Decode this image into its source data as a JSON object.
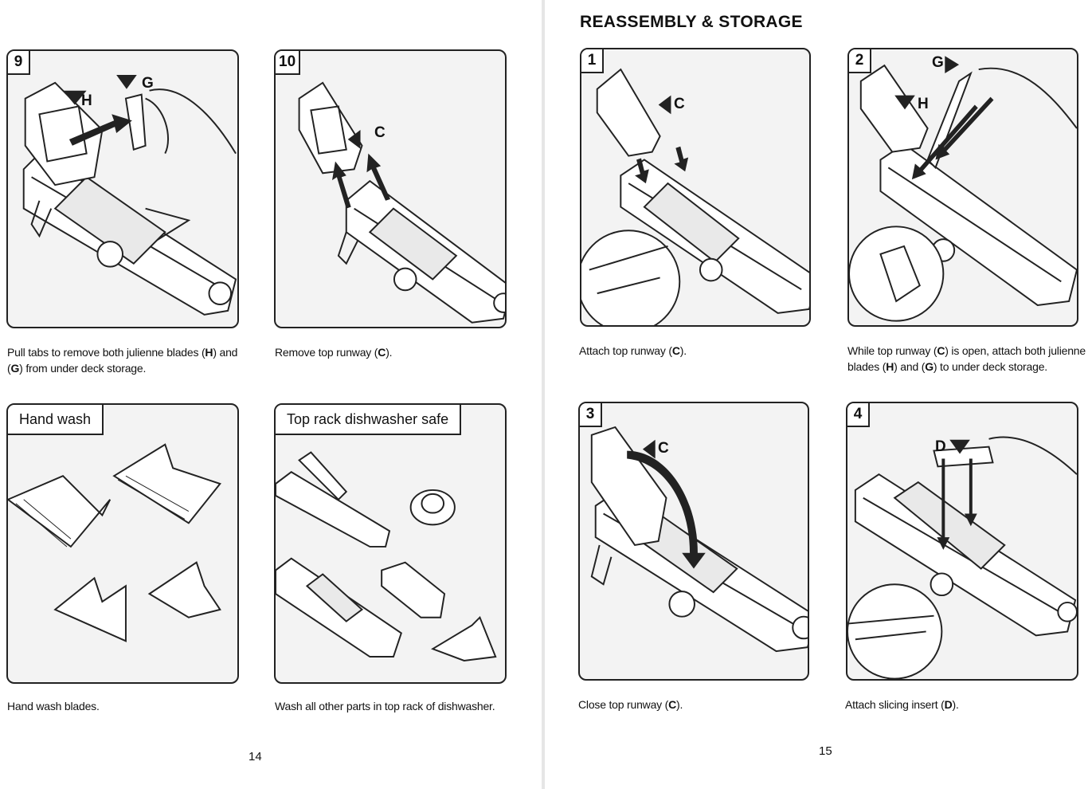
{
  "left_page": {
    "page_number": "14",
    "panels": [
      {
        "step": "9",
        "callouts": [
          "H",
          "G"
        ],
        "caption_parts": [
          "Pull tabs to remove both julienne blades (",
          "H",
          ") and (",
          "G",
          ") from under deck storage."
        ]
      },
      {
        "step": "10",
        "callouts": [
          "C"
        ],
        "caption_parts": [
          "Remove top runway (",
          "C",
          ")."
        ]
      },
      {
        "title": "Hand wash",
        "caption": "Hand wash blades."
      },
      {
        "title": "Top rack dishwasher safe",
        "caption": "Wash all other parts in top rack of dishwasher."
      }
    ]
  },
  "right_page": {
    "page_number": "15",
    "section_title": "REASSEMBLY & STORAGE",
    "panels": [
      {
        "step": "1",
        "callouts": [
          "C"
        ],
        "caption_parts": [
          "Attach top runway (",
          "C",
          ")."
        ]
      },
      {
        "step": "2",
        "callouts": [
          "G",
          "H"
        ],
        "caption_parts": [
          "While top runway (",
          "C",
          ") is open, attach both julienne blades (",
          "H",
          ") and (",
          "G",
          ") to under deck storage."
        ]
      },
      {
        "step": "3",
        "callouts": [
          "C"
        ],
        "caption_parts": [
          "Close top runway (",
          "C",
          ")."
        ]
      },
      {
        "step": "4",
        "callouts": [
          "D"
        ],
        "caption_parts": [
          "Attach slicing insert (",
          "D",
          ")."
        ]
      }
    ]
  },
  "colors": {
    "ink": "#222222",
    "panel_bg": "#f3f3f3",
    "paper": "#ffffff"
  }
}
